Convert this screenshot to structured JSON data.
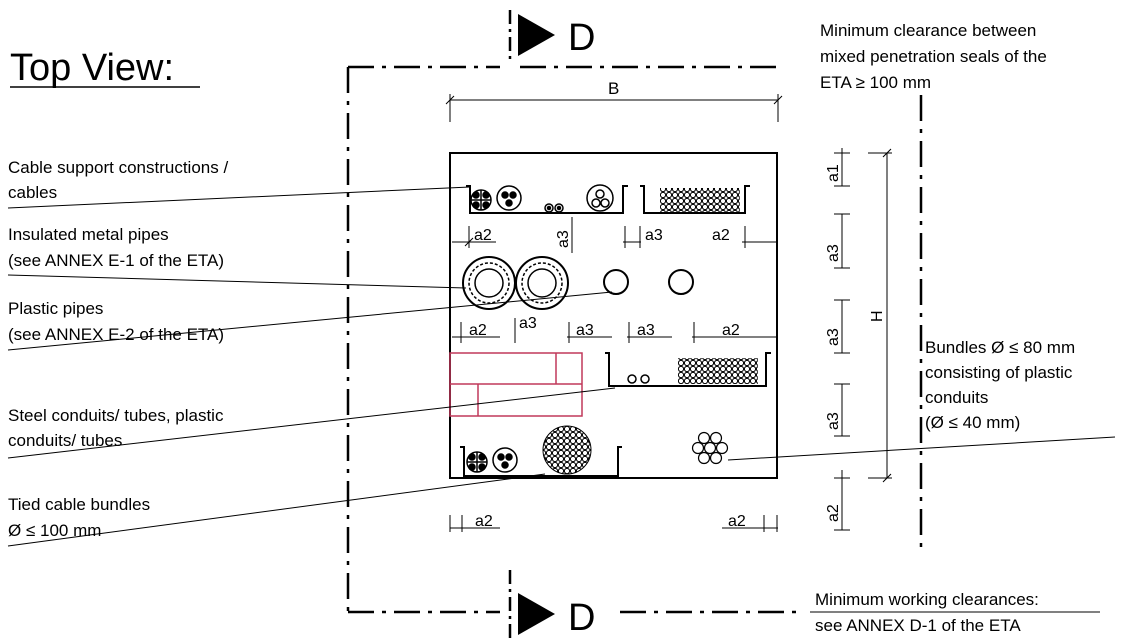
{
  "title": "Top View:",
  "section_marker": "D",
  "dims": {
    "B": "B",
    "H": "H",
    "a1": "a1",
    "a2": "a2",
    "a3": "a3"
  },
  "notes": {
    "clearance": [
      "Minimum clearance between",
      "mixed penetration seals of the",
      "ETA ≥ 100 mm"
    ],
    "working": [
      "Minimum working clearances:",
      "see ANNEX D-1 of the ETA"
    ]
  },
  "labels": {
    "cables": [
      "Cable support constructions /",
      "cables"
    ],
    "metal_pipes": [
      "Insulated metal pipes",
      "(see ANNEX E-1 of the ETA)"
    ],
    "plastic_pipes": [
      "Plastic pipes",
      "(see ANNEX E-2 of the ETA)"
    ],
    "conduits": [
      "Steel conduits/ tubes, plastic",
      "conduits/ tubes"
    ],
    "tied_bundles": [
      "Tied cable bundles",
      "Ø ≤ 100 mm"
    ],
    "bundles_80": [
      "Bundles Ø ≤ 80 mm",
      "consisting of plastic",
      "conduits",
      "(Ø ≤ 40 mm)"
    ]
  },
  "colors": {
    "line": "#000000",
    "conduit": "#c0395a"
  }
}
